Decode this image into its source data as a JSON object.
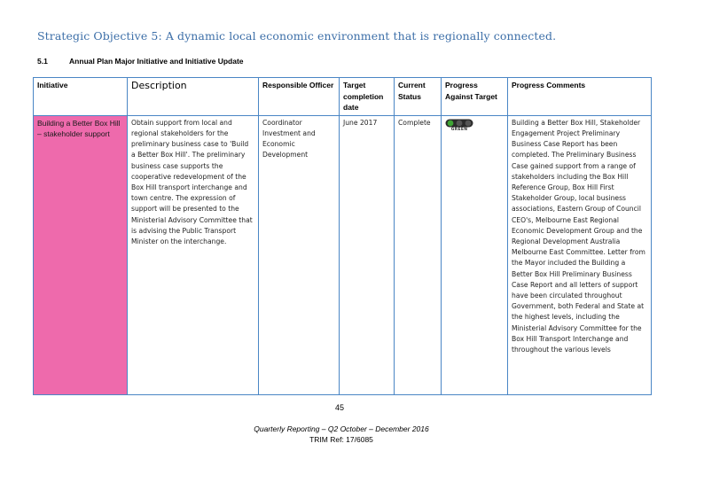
{
  "strategic_objective": "Strategic Objective 5: A dynamic local economic environment that is regionally connected.",
  "section": {
    "number": "5.1",
    "title": "Annual Plan Major Initiative and Initiative Update"
  },
  "table": {
    "headers": {
      "initiative": "Initiative",
      "description": "Description",
      "officer": "Responsible Officer",
      "target": "Target completion date",
      "status": "Current Status",
      "progress": "Progress Against Target",
      "comments": "Progress Comments"
    },
    "row": {
      "initiative": "Building a Better Box Hill – stakeholder support",
      "description": "Obtain support from local and regional stakeholders for the preliminary business case to 'Build a Better Box Hill'. The preliminary business case supports the cooperative redevelopment of the Box Hill transport interchange and town centre. The expression of support will be presented to the Ministerial Advisory Committee that is advising the Public Transport Minister on the interchange.",
      "officer": "Coordinator Investment and Economic Development",
      "target": "June 2017",
      "status": "Complete",
      "progress_label": "GREEN",
      "progress_icon": "traffic-light-icon",
      "progress_colors": {
        "green": "#3fa535",
        "amber": "#555555",
        "red": "#555555"
      },
      "comments": "Building a Better Box Hill, Stakeholder Engagement Project Preliminary Business Case Report has been completed. The Preliminary Business Case gained support from a range of stakeholders including the Box Hill Reference Group, Box Hill First Stakeholder Group, local business associations, Eastern Group of Council CEO's, Melbourne East Regional Economic Development Group and the Regional Development Australia Melbourne East Committee. Letter from the Mayor included the Building a Better Box Hill Preliminary Business Case Report and all letters of support have been circulated throughout Government, both Federal and State at the highest levels, including the Ministerial Advisory Committee for the Box Hill Transport Interchange and throughout the various levels"
    }
  },
  "page_number": "45",
  "footer": {
    "reporting": "Quarterly Reporting – Q2 October – December 2016",
    "trim_ref": "TRIM Ref: 17/6085"
  },
  "colors": {
    "objective_text": "#3d6fa8",
    "table_border": "#4a86c5",
    "initiative_fill": "#ee6aac"
  }
}
